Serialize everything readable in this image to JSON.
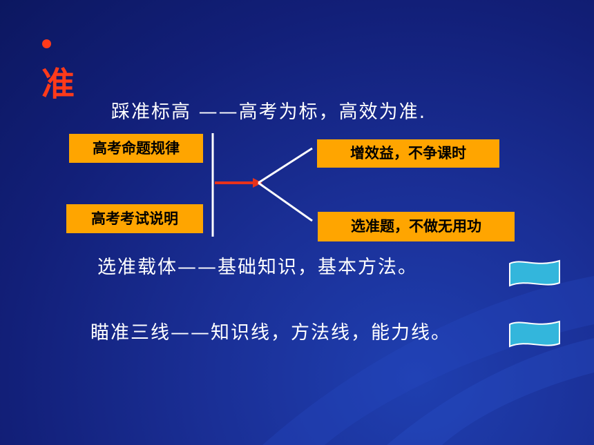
{
  "slide": {
    "bullet_icon": "bullet-dot-icon",
    "title": "准",
    "lines": {
      "target": "踩准标高 ——高考为标，高效为准.",
      "carrier": "选准载体——基础知识，基本方法。",
      "threelines": "瞄准三线——知识线，方法线，能力线。"
    },
    "left_boxes": [
      "高考命题规律",
      "高考考试说明"
    ],
    "right_boxes": [
      "增效益，不争课时",
      "选准题，不做无用功"
    ],
    "colors": {
      "accent": "#ff3a1a",
      "box_fill": "#ffa500",
      "flag_fill": "#33b6dc",
      "background": "#152a8a"
    },
    "icons": [
      "red-arrow-icon",
      "wave-flag-icon"
    ]
  }
}
